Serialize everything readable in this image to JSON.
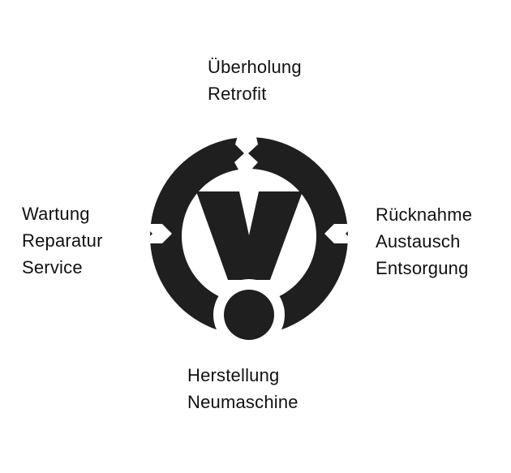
{
  "diagram": {
    "top": {
      "lines": [
        "Überholung",
        "Retrofit"
      ]
    },
    "left": {
      "lines": [
        "Wartung",
        "Reparatur",
        "Service"
      ]
    },
    "right": {
      "lines": [
        "Rücknahme",
        "Austausch",
        "Entsorgung"
      ]
    },
    "bottom": {
      "lines": [
        "Herstellung",
        "Neumaschine"
      ]
    },
    "logo": {
      "icon": "v-exclamation-cycle-icon",
      "color": "#1f1f1f"
    }
  }
}
